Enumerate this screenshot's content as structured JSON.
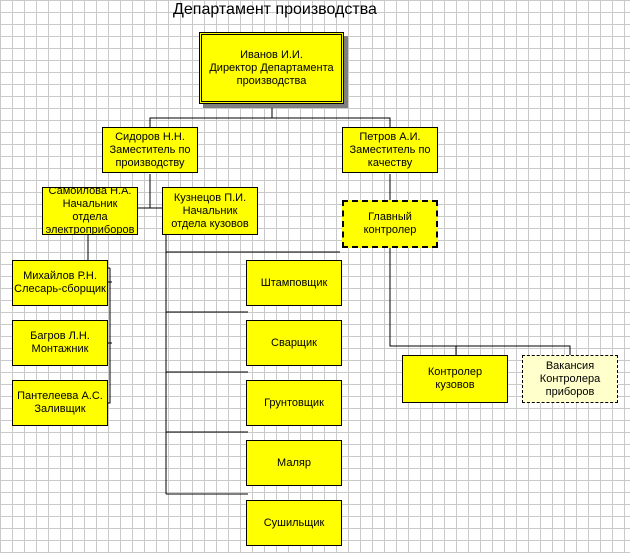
{
  "title": "Департамент производства",
  "nodes": {
    "director": "Иванов И.И.\nДиректор Департамента\nпроизводства",
    "deputy_production": "Сидоров Н.Н.\nЗаместитель по\nпроизводству",
    "deputy_quality": "Петров А.И.\nЗаместитель по\nкачеству",
    "head_electro": "Самойлова Н.А.\nНачальник\nотдела\nэлектроприборов",
    "head_bodies": "Кузнецов П.И.\nНачальник\nотдела кузовов",
    "chief_controller": "Главный\nконтролер",
    "mikhailov": "Михайлов Р.Н.\nСлесарь-сборщик",
    "bagrov": "Багров Л.Н.\nМонтажник",
    "panteleeva": "Пантелеева А.С.\nЗаливщик",
    "stamper": "Штамповщик",
    "welder": "Сварщик",
    "primer": "Грунтовщик",
    "painter": "Маляр",
    "dryer": "Сушильщик",
    "body_controller": "Контролер\nкузовов",
    "vacancy": "Вакансия\nКонтролера\nприборов"
  },
  "colors": {
    "node_fill": "#ffff00",
    "vacancy_fill": "#ffffcc",
    "grid": "#c9c9c9",
    "connector": "#000000",
    "handle": "#3a3ad0"
  }
}
